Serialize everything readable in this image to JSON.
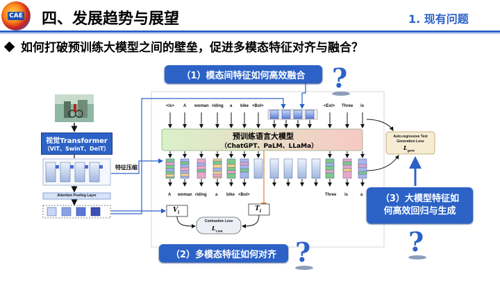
{
  "header": {
    "logo_text": "CAE",
    "title": "四、发展趋势与展望",
    "section": "1. 现有问题"
  },
  "question": "如何打破预训练大模型之间的壁垒，促进多模态特征对齐与融合？",
  "callouts": {
    "c1": "（1）模态间特征如何高效融合",
    "c2": "（2）多模态特征如何对齐",
    "c3_line1": "（3）大模型特征如",
    "c3_line2": "何高效回归与生成"
  },
  "diagram": {
    "vit": {
      "title": "视觉Transformer",
      "subtitle": "（ViT、SwinT、DeiT）"
    },
    "compress_label": "特征压缩",
    "pooling_label": "Attention Pooling Layer",
    "llm": {
      "title": "预训练语言大模型",
      "subtitle": "（ChatGPT、PaLM、LLaMa）"
    },
    "top_tokens_left": [
      "</s>",
      "A",
      "woman",
      "riding",
      "a",
      "bike",
      "<Bol>"
    ],
    "top_tokens_right": [
      "<Eol>",
      "Three",
      "is"
    ],
    "bottom_tokens_left": [
      "A",
      "woman",
      "riding",
      "a",
      "bike",
      "<Bol>"
    ],
    "bottom_tokens_right": [
      "Three",
      "is",
      "a"
    ],
    "vi_label": "V",
    "vi_sub": "i",
    "ti_label": "T",
    "ti_sub": "i",
    "contrastive_title": "Contrastive Loss",
    "contrastive_sym": "L",
    "contrastive_sub": "con",
    "gen_title_1": "Auto-regressive Text",
    "gen_title_2": "Generation Loss",
    "gen_sym": "L",
    "gen_sub": "gen",
    "question_marks": [
      "?",
      "?",
      "?"
    ]
  },
  "colors": {
    "accent": "#2c62c6",
    "llm_gradient": [
      "#d9f1c9",
      "#f7c9c4"
    ],
    "text": "#000000"
  }
}
